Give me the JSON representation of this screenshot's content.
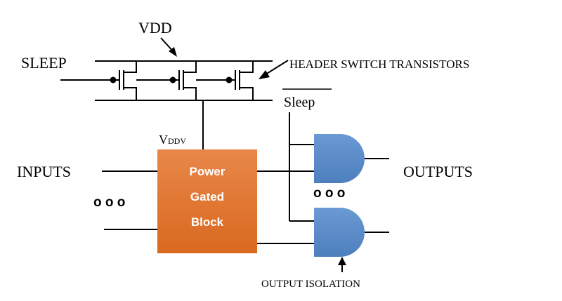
{
  "labels": {
    "vdd": "VDD",
    "sleep": "SLEEP",
    "header": "HEADER SWITCH TRANSISTORS",
    "sleep_bar": "Sleep",
    "vddv_main": "V",
    "vddv_sub": "DDV",
    "inputs": "INPUTS",
    "outputs": "OUTPUTS",
    "output_isolation": "OUTPUT ISOLATION",
    "dots_left": "o o o",
    "dots_right": "o o o"
  },
  "block": {
    "line1": "Power",
    "line2": "Gated",
    "line3": "Block",
    "color": "#E2782E"
  },
  "colors": {
    "gate_fill": "#5B8CC9",
    "line": "#000000"
  }
}
